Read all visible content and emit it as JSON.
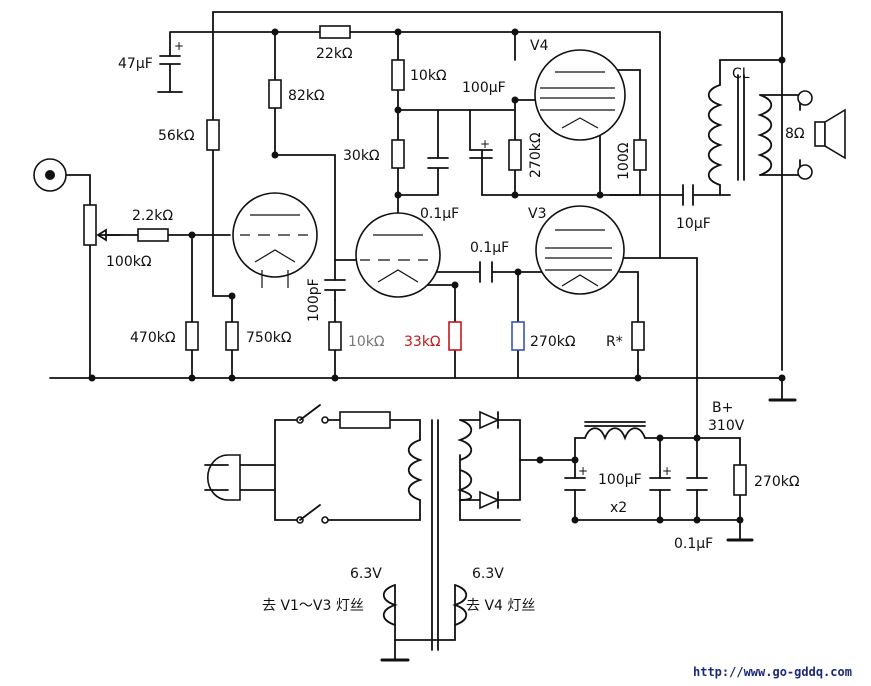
{
  "labels": {
    "c_47uF": "47μF",
    "r_22k": "22kΩ",
    "r_10k_top": "10kΩ",
    "v4": "V4",
    "cl": "CL",
    "r_82k": "82kΩ",
    "c_100uF_top": "100μF",
    "spk_8": "8Ω",
    "r_56k": "56kΩ",
    "r_30k": "30kΩ",
    "r_270k_mid": "270kΩ",
    "r_100": "100Ω",
    "c_01uF_a": "0.1μF",
    "v3": "V3",
    "c_10uF": "10μF",
    "r_2_2k": "2.2kΩ",
    "pot_100k": "100kΩ",
    "c_01uF_b": "0.1μF",
    "c_100pF": "100pF",
    "r_470k": "470kΩ",
    "r_750k": "750kΩ",
    "r_10k_bot": "10kΩ",
    "r_33k": "33kΩ",
    "r_270k_bot": "270kΩ",
    "r_star": "R*",
    "bplus": "B+",
    "v310": "310V",
    "c_100uF_x2": "100μF",
    "x2": "x2",
    "r_270k_ps": "270kΩ",
    "c_01uF_ps": "0.1μF",
    "fil_6v3_left": "6.3V",
    "fil_6v3_right": "6.3V",
    "fil_left": "去 V1～V3 灯丝",
    "fil_right": "去 V4 灯丝",
    "url": "http://www.go-gddq.com"
  }
}
